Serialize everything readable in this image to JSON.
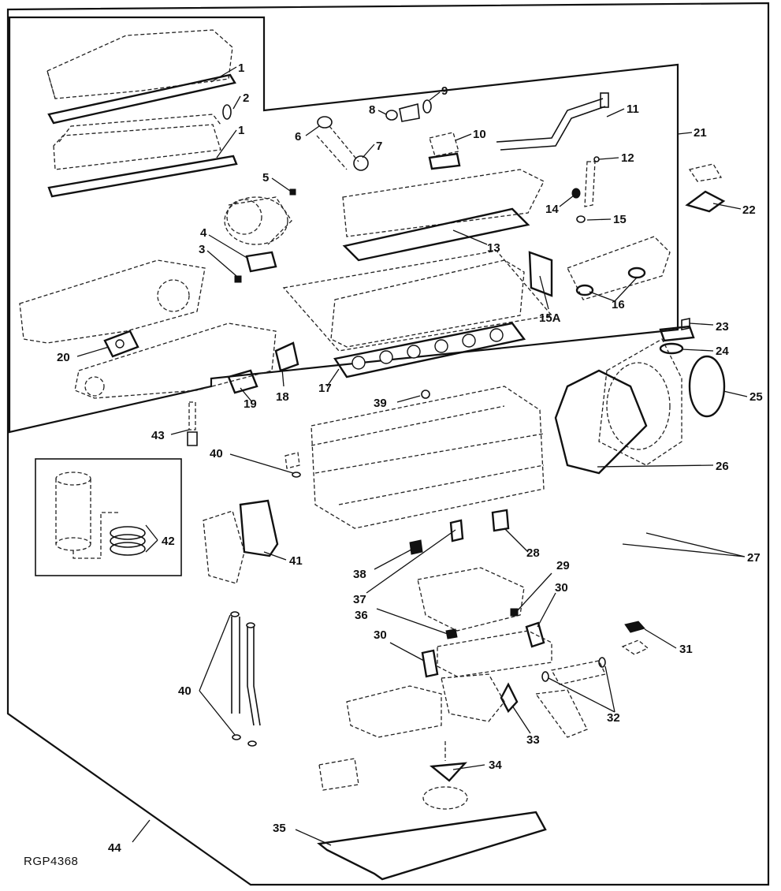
{
  "diagram": {
    "reference_code": "RGP4368",
    "callouts": [
      {
        "id": "c1a",
        "text": "1"
      },
      {
        "id": "c1b",
        "text": "1"
      },
      {
        "id": "c2",
        "text": "2"
      },
      {
        "id": "c3",
        "text": "3"
      },
      {
        "id": "c4",
        "text": "4"
      },
      {
        "id": "c5",
        "text": "5"
      },
      {
        "id": "c6",
        "text": "6"
      },
      {
        "id": "c7",
        "text": "7"
      },
      {
        "id": "c8",
        "text": "8"
      },
      {
        "id": "c9",
        "text": "9"
      },
      {
        "id": "c10",
        "text": "10"
      },
      {
        "id": "c11",
        "text": "11"
      },
      {
        "id": "c12",
        "text": "12"
      },
      {
        "id": "c13",
        "text": "13"
      },
      {
        "id": "c14",
        "text": "14"
      },
      {
        "id": "c15",
        "text": "15"
      },
      {
        "id": "c15a",
        "text": "15A"
      },
      {
        "id": "c16",
        "text": "16"
      },
      {
        "id": "c17",
        "text": "17"
      },
      {
        "id": "c18",
        "text": "18"
      },
      {
        "id": "c19",
        "text": "19"
      },
      {
        "id": "c20",
        "text": "20"
      },
      {
        "id": "c21",
        "text": "21"
      },
      {
        "id": "c22",
        "text": "22"
      },
      {
        "id": "c23",
        "text": "23"
      },
      {
        "id": "c24",
        "text": "24"
      },
      {
        "id": "c25",
        "text": "25"
      },
      {
        "id": "c26",
        "text": "26"
      },
      {
        "id": "c27",
        "text": "27"
      },
      {
        "id": "c28",
        "text": "28"
      },
      {
        "id": "c29",
        "text": "29"
      },
      {
        "id": "c30a",
        "text": "30"
      },
      {
        "id": "c30b",
        "text": "30"
      },
      {
        "id": "c31",
        "text": "31"
      },
      {
        "id": "c32",
        "text": "32"
      },
      {
        "id": "c33",
        "text": "33"
      },
      {
        "id": "c34",
        "text": "34"
      },
      {
        "id": "c35",
        "text": "35"
      },
      {
        "id": "c36",
        "text": "36"
      },
      {
        "id": "c37",
        "text": "37"
      },
      {
        "id": "c38",
        "text": "38"
      },
      {
        "id": "c39",
        "text": "39"
      },
      {
        "id": "c40a",
        "text": "40"
      },
      {
        "id": "c40b",
        "text": "40"
      },
      {
        "id": "c41",
        "text": "41"
      },
      {
        "id": "c42",
        "text": "42"
      },
      {
        "id": "c43",
        "text": "43"
      },
      {
        "id": "c44",
        "text": "44"
      }
    ]
  }
}
